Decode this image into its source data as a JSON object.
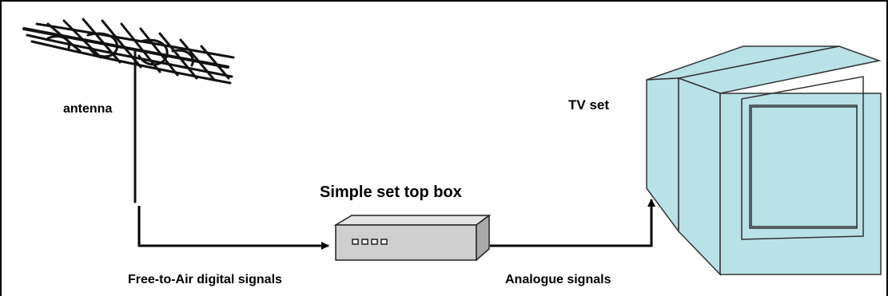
{
  "labels": {
    "antenna": "antenna",
    "tv_set": "TV set",
    "set_top_box": "Simple set top box",
    "input_signal": "Free-to-Air digital signals",
    "output_signal": "Analogue signals"
  },
  "colors": {
    "tv_fill": "#b9e2e6",
    "box_fill": "#cfcfcf",
    "line": "#000000"
  }
}
